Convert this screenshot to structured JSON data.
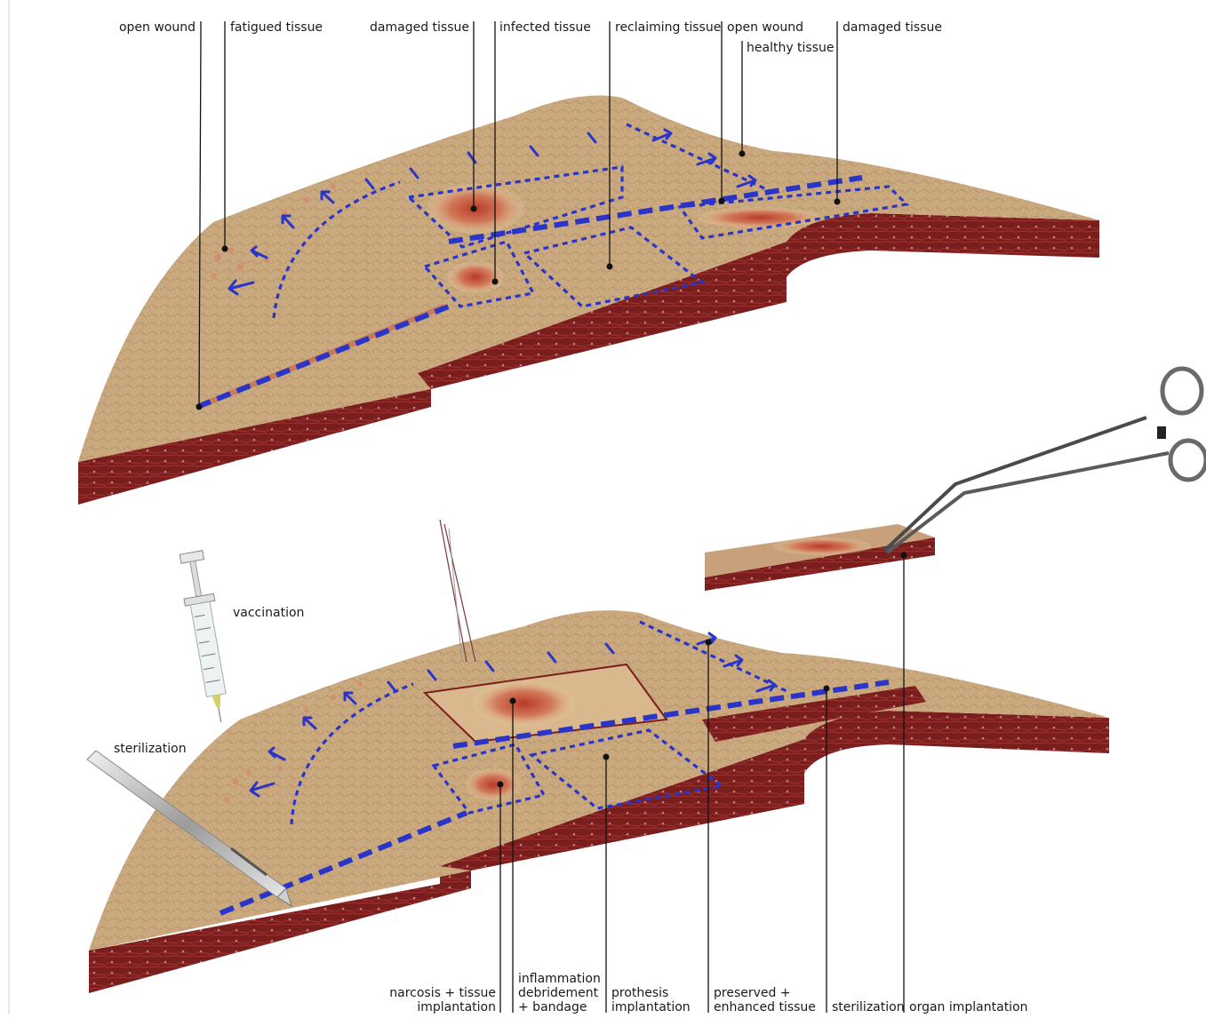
{
  "top": {
    "labels": {
      "open_wound_1": "open wound",
      "fatigued_tissue": "fatigued tissue",
      "damaged_tissue_1": "damaged tissue",
      "infected_tissue": "infected tissue",
      "reclaiming_tissue": "reclaiming tissue",
      "open_wound_2": "open wound",
      "healthy_tissue": "healthy tissue",
      "damaged_tissue_2": "damaged tissue"
    }
  },
  "bottom": {
    "labels": {
      "vaccination": "vaccination",
      "sterilization_tool": "sterilization",
      "narcosis_line1": "narcosis + tissue",
      "narcosis_line2": "implantation",
      "inflammation_line1": "inflammation",
      "inflammation_line2": "debridement",
      "inflammation_line3": "+ bandage",
      "prothesis_line1": "prothesis",
      "prothesis_line2": "implantation",
      "preserved_line1": "preserved +",
      "preserved_line2": "enhanced tissue",
      "sterilization": "sterilization",
      "organ_implantation": "organ implantation"
    }
  },
  "colors": {
    "skin": "#c9a77c",
    "skin_dark": "#a9865c",
    "flesh": "#7a1d1d",
    "annotation_blue": "#2a35c8",
    "wound": "#c8563f"
  },
  "icons": [
    "syringe-icon",
    "scalpel-icon",
    "forceps-icon",
    "suture-needle-icon"
  ]
}
